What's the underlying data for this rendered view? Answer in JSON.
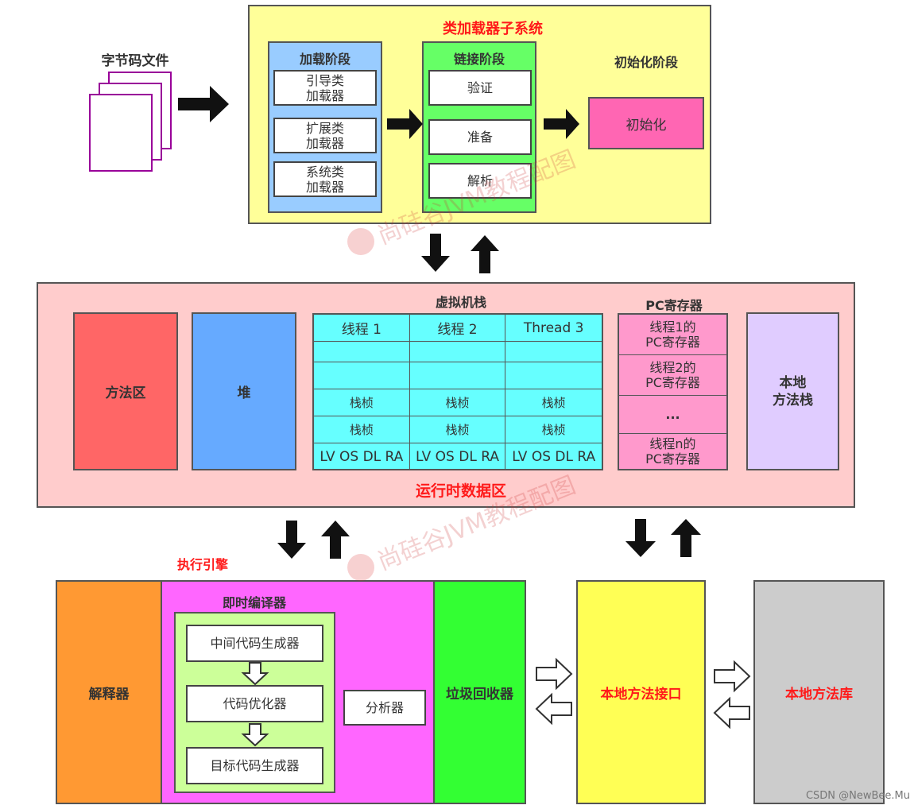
{
  "bytecode": {
    "label": "字节码文件"
  },
  "class_loader": {
    "title": "类加载器子系统",
    "loading": {
      "title": "加载阶段",
      "items": [
        "引导类\n加载器",
        "扩展类\n加载器",
        "系统类\n加载器"
      ]
    },
    "linking": {
      "title": "链接阶段",
      "items": [
        "验证",
        "准备",
        "解析"
      ]
    },
    "init": {
      "title": "初始化阶段",
      "box": "初始化"
    }
  },
  "runtime": {
    "title": "运行时数据区",
    "method_area": "方法区",
    "heap": "堆",
    "vm_stack": {
      "title": "虚拟机栈",
      "headers": [
        "线程 1",
        "线程 2",
        "Thread 3"
      ],
      "frame": "栈桢",
      "locals": "LV OS DL RA"
    },
    "pc_register": {
      "title": "PC寄存器",
      "items": [
        "线程1的\nPC寄存器",
        "线程2的\nPC寄存器",
        "...",
        "线程n的\nPC寄存器"
      ]
    },
    "native_stack": "本地\n方法栈"
  },
  "engine": {
    "title": "执行引擎",
    "interpreter": "解释器",
    "jit": {
      "title": "即时编译器",
      "items": [
        "中间代码生成器",
        "代码优化器",
        "目标代码生成器"
      ],
      "profiler": "分析器"
    },
    "gc": "垃圾回收器"
  },
  "native_interface": "本地方法接口",
  "native_library": "本地方法库",
  "watermark": "尚硅谷JVM教程配图",
  "credit": "CSDN @NewBee.Mu",
  "colors": {
    "class_loader_bg": "#ffff99",
    "loading_bg": "#99ccff",
    "linking_bg": "#66ff66",
    "init_box": "#ff66b3",
    "runtime_bg": "#ffcccc",
    "method_area": "#ff6666",
    "heap": "#66aaff",
    "vm_stack": "#66ffff",
    "pc_register": "#ff99cc",
    "native_stack": "#e0ccff",
    "interpreter": "#ff9933",
    "jit_bg": "#ff66ff",
    "jit_inner": "#ccff99",
    "gc": "#33ff33",
    "native_interface": "#ffff55",
    "native_library": "#cccccc",
    "title_red": "#ff1a1a"
  }
}
